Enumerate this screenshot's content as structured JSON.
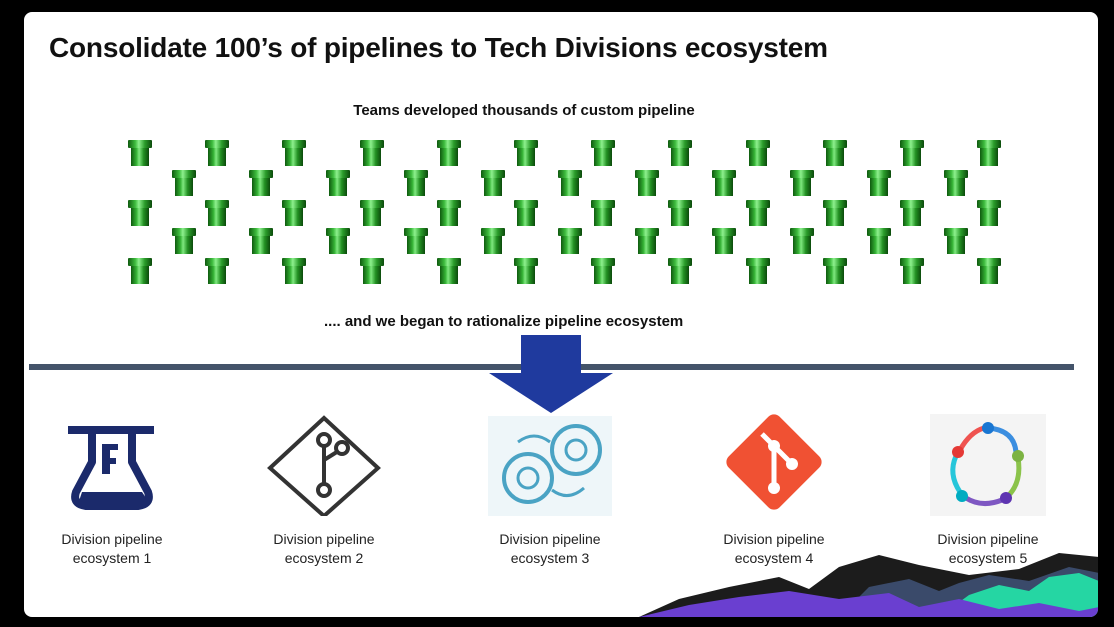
{
  "slide": {
    "title": "Consolidate 100’s of pipelines to Tech Divisions ecosystem",
    "subtitle": "Teams developed thousands of custom pipeline",
    "transition_text": ".... and we began to rationalize pipeline ecosystem",
    "pipe_icon": "green-pipe-icon",
    "arrow_icon": "down-arrow-icon",
    "arrow_color": "#1f3a9e",
    "divider_color": "#44546a"
  },
  "ecosystems": [
    {
      "line1": "Division pipeline",
      "line2": "ecosystem 1",
      "icon": "flask-icon"
    },
    {
      "line1": "Division pipeline",
      "line2": "ecosystem 2",
      "icon": "git-diamond-icon"
    },
    {
      "line1": "Division pipeline",
      "line2": "ecosystem 3",
      "icon": "gears-cycle-icon"
    },
    {
      "line1": "Division pipeline",
      "line2": "ecosystem 4",
      "icon": "git-logo-icon"
    },
    {
      "line1": "Division pipeline",
      "line2": "ecosystem 5",
      "icon": "pipeline-graph-icon"
    }
  ]
}
